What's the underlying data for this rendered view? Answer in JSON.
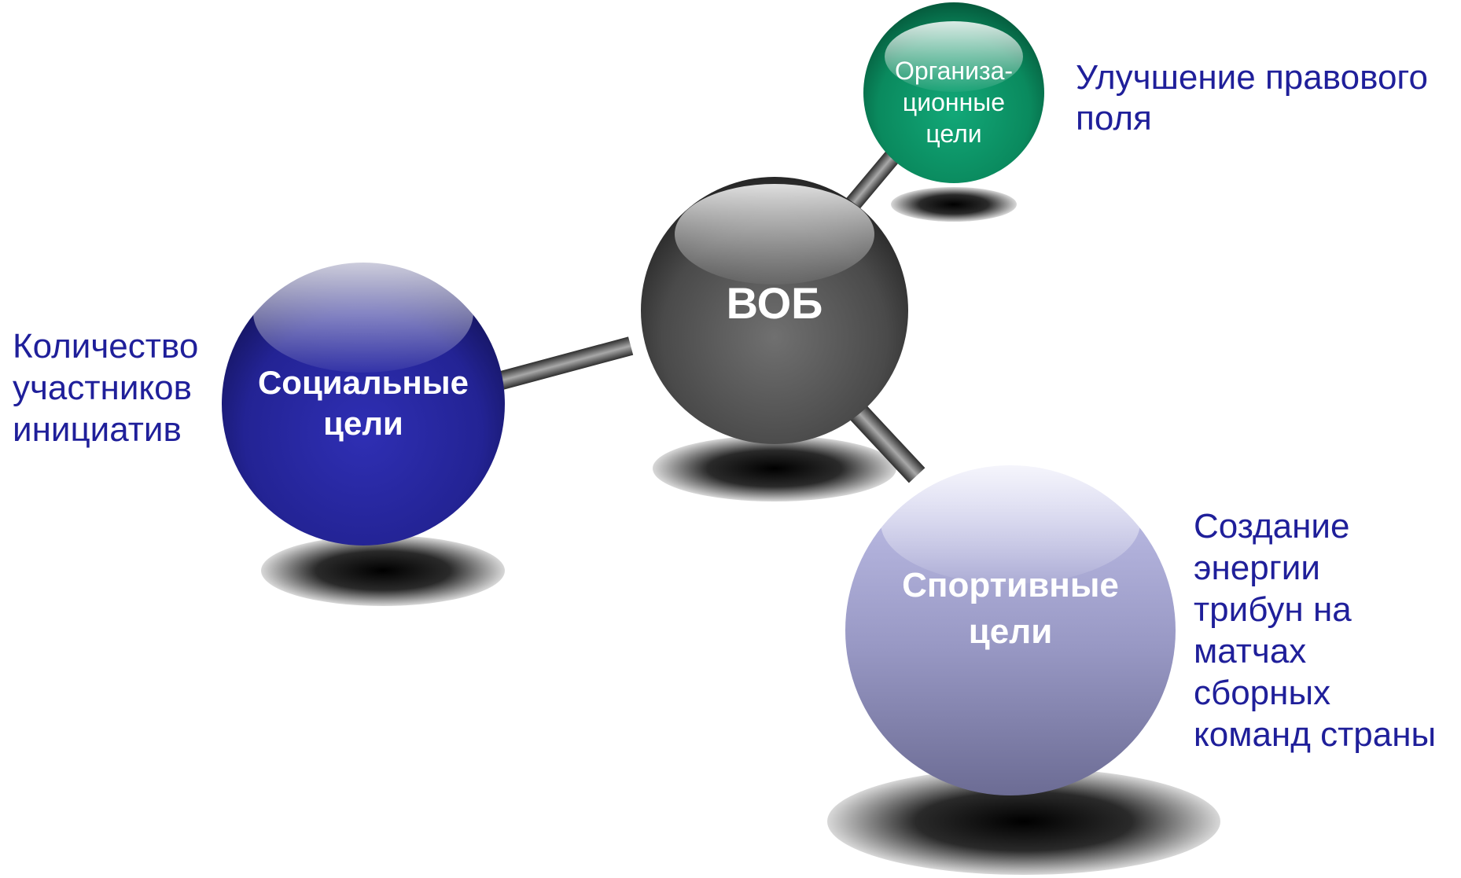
{
  "nodes": {
    "center": {
      "label": "ВОБ",
      "color": "#5c5c5c"
    },
    "organizational": {
      "label_lines": [
        "Организа-",
        "ционные",
        "цели"
      ],
      "color": "#0e9a6c"
    },
    "social": {
      "label_lines": [
        "Социальные",
        "цели"
      ],
      "color": "#2a2aa6"
    },
    "sports": {
      "label_lines": [
        "Спортивные",
        "цели"
      ],
      "color": "#8c8cb8"
    }
  },
  "annotations": {
    "organizational": [
      "Улучшение правового",
      "поля"
    ],
    "social": [
      "Количество",
      "участников",
      "инициатив"
    ],
    "sports": [
      "Создание",
      "энергии",
      "трибун на",
      "матчах",
      "сборных",
      "команд страны"
    ]
  }
}
